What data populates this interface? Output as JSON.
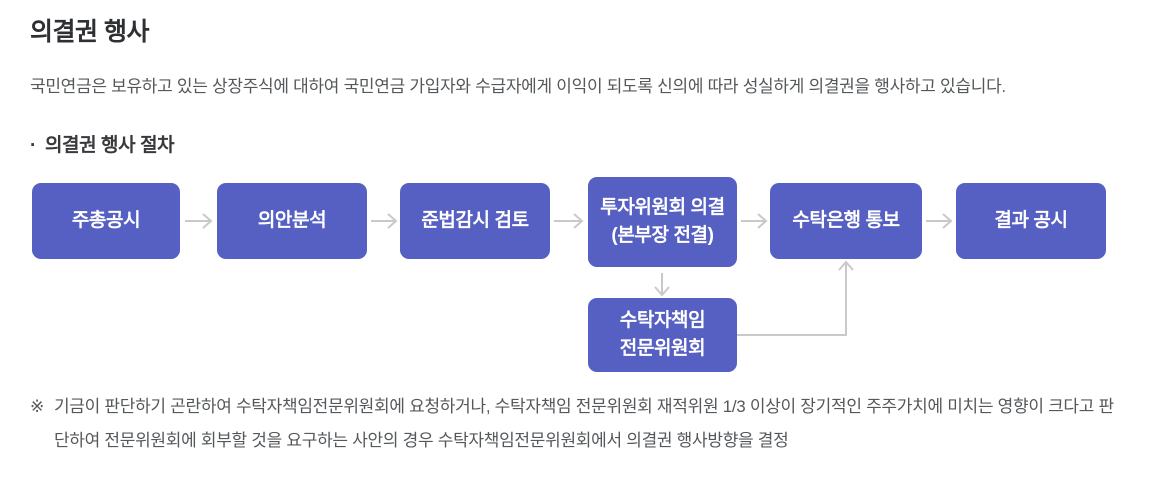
{
  "page": {
    "title": "의결권 행사",
    "intro": "국민연금은 보유하고 있는 상장주식에 대하여 국민연금 가입자와 수급자에게 이익이 되도록 신의에 따라 성실하게 의결권을 행사하고 있습니다.",
    "section_bullet": "·",
    "section_title": "의결권 행사 절차"
  },
  "flowchart": {
    "box_color": "#5560c2",
    "box_text_color": "#ffffff",
    "arrow_color": "#c9c9c9",
    "steps": [
      {
        "label": "주총공시"
      },
      {
        "label": "의안분석"
      },
      {
        "label": "준법감시 검토"
      },
      {
        "line1": "투자위원회 의결",
        "line2": "(본부장 전결)"
      },
      {
        "label": "수탁은행 통보"
      },
      {
        "label": "결과 공시"
      }
    ],
    "branch": {
      "line1": "수탁자책임",
      "line2": "전문위원회"
    },
    "connections": [
      "주총공시→의안분석",
      "의안분석→준법감시 검토",
      "준법감시 검토→투자위원회 의결(본부장 전결)",
      "투자위원회 의결(본부장 전결)→수탁은행 통보",
      "수탁은행 통보→결과 공시",
      "투자위원회 의결(본부장 전결)→수탁자책임 전문위원회",
      "수탁자책임 전문위원회→수탁은행 통보"
    ]
  },
  "footnote": {
    "marker": "※",
    "text": "기금이 판단하기 곤란하여 수탁자책임전문위원회에 요청하거나, 수탁자책임 전문위원회 재적위원 1/3 이상이 장기적인 주주가치에 미치는 영향이 크다고 판단하여 전문위원회에 회부할 것을 요구하는 사안의 경우 수탁자책임전문위원회에서 의결권 행사방향을 결정"
  }
}
